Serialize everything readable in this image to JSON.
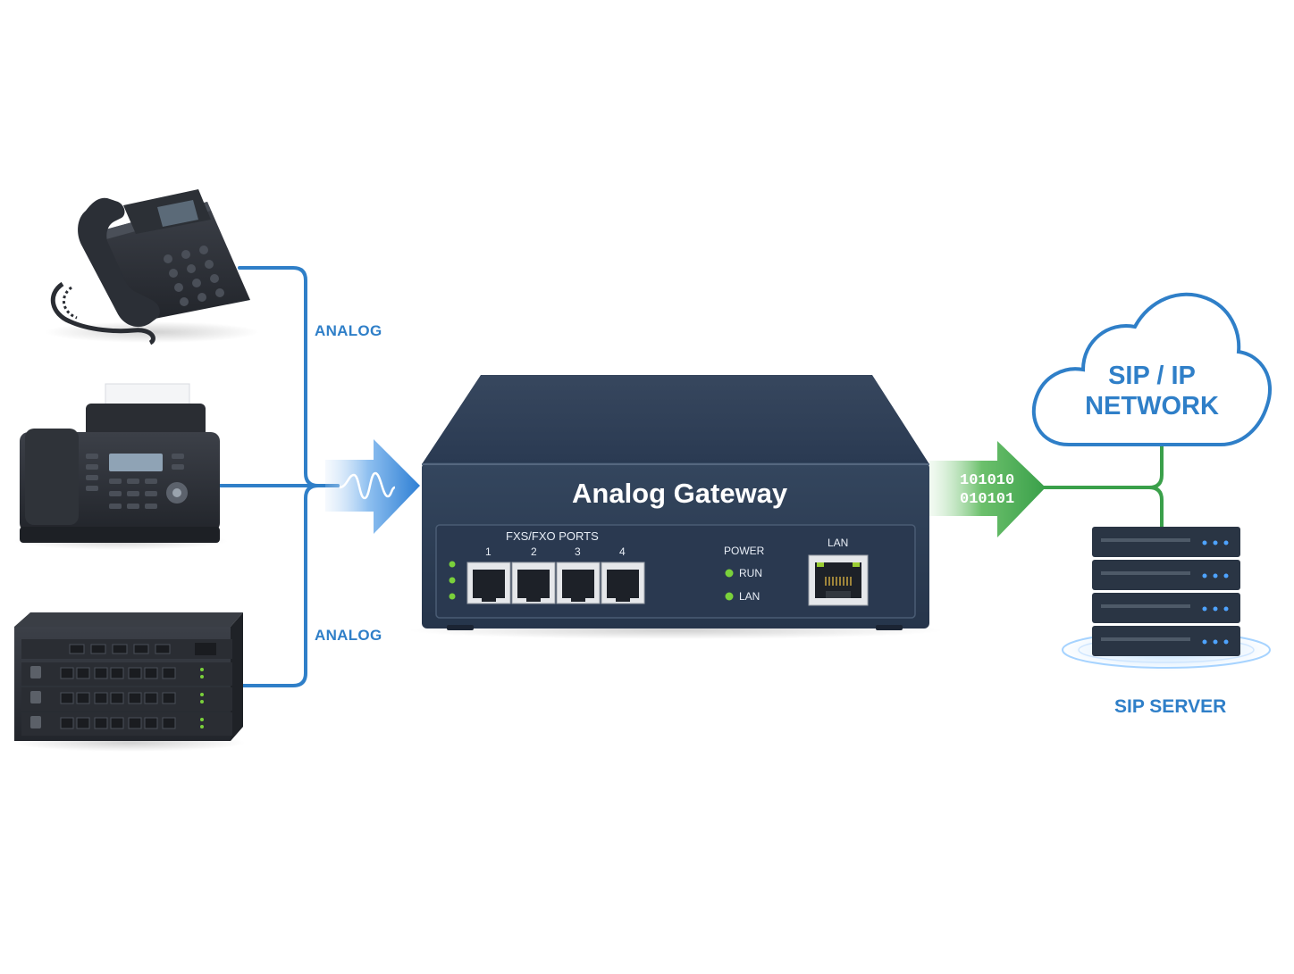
{
  "links": {
    "top_label": "ANALOG",
    "bottom_label": "ANALOG"
  },
  "gateway": {
    "title": "Analog Gateway",
    "ports_heading": "FXS/FXO PORTS",
    "port_numbers": [
      "1",
      "2",
      "3",
      "4"
    ],
    "status_heading": "POWER",
    "status_leds": [
      "RUN",
      "LAN"
    ],
    "lan_label": "LAN"
  },
  "digital_stream": {
    "line1": "101010",
    "line2": "010101"
  },
  "cloud": {
    "line1": "SIP / IP",
    "line2": "NETWORK"
  },
  "server": {
    "label": "SIP SERVER"
  },
  "colors": {
    "analog_blue": "#2f7fc8",
    "digital_green": "#3aa04a",
    "device_body": "#2e3d52",
    "led_green": "#7ad13b"
  },
  "icons": [
    "desk-phone-icon",
    "fax-machine-icon",
    "pbx-rack-icon",
    "analog-wave-icon",
    "cloud-icon",
    "server-stack-icon"
  ]
}
